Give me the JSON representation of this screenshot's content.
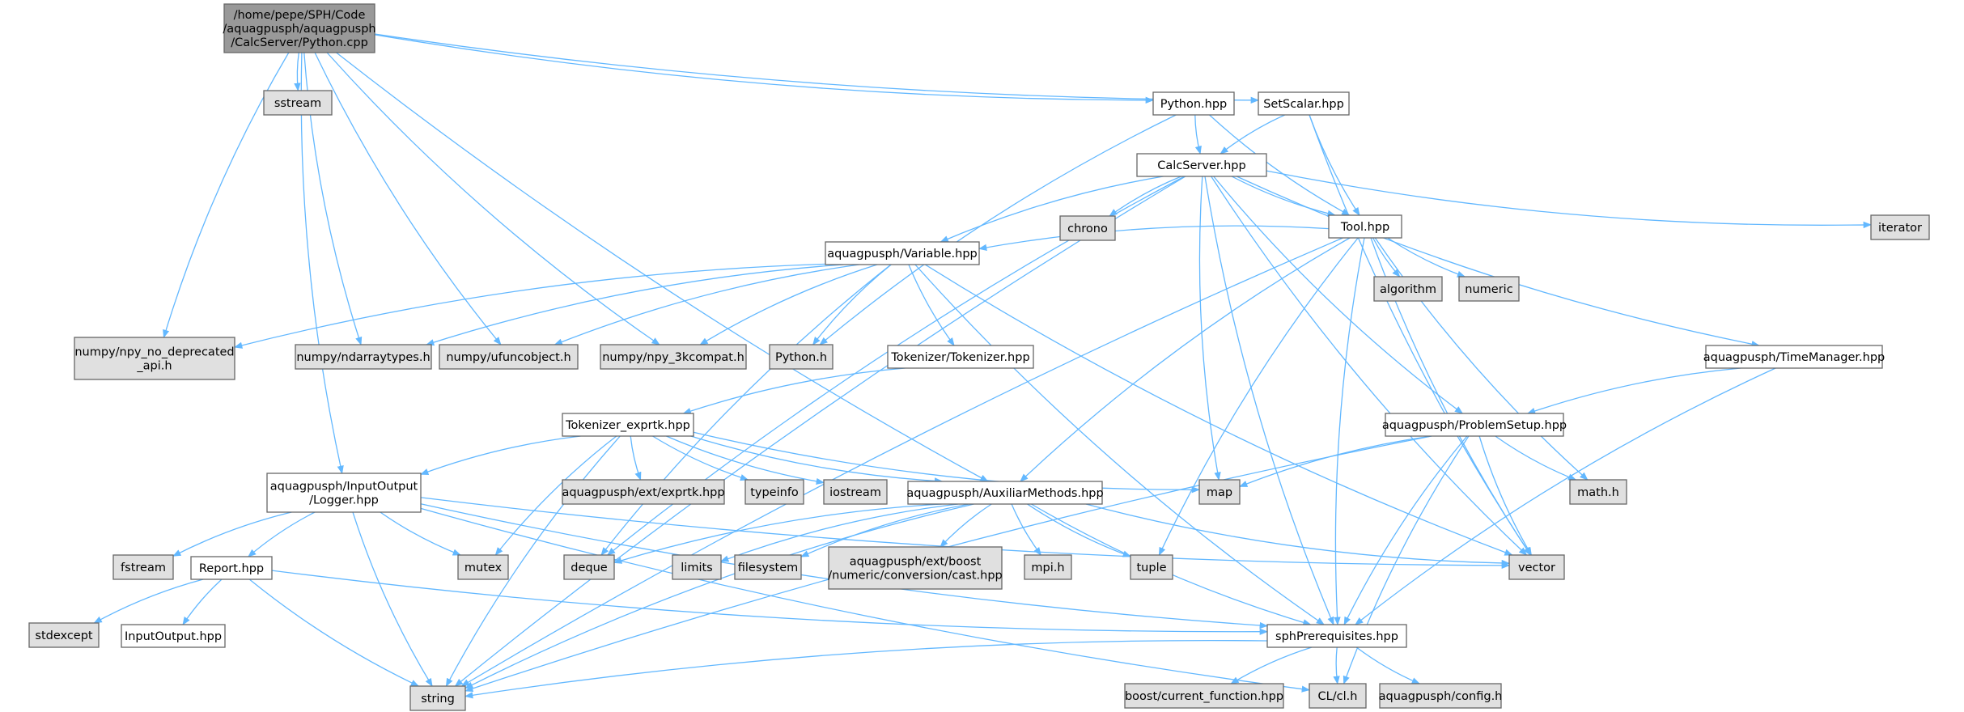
{
  "colors": {
    "root_fill": "#999999",
    "local_fill": "#ffffff",
    "system_fill": "#e0e0e0",
    "border": "#666666",
    "edge": "#63b8ff"
  },
  "nodes": [
    {
      "id": "python_cpp",
      "lines": [
        "/home/pepe/SPH/Code",
        "/aquagpusph/aquagpusph",
        "/CalcServer/Python.cpp"
      ],
      "kind": "root"
    },
    {
      "id": "sstream",
      "lines": [
        "sstream"
      ],
      "kind": "system"
    },
    {
      "id": "python_hpp",
      "lines": [
        "Python.hpp"
      ],
      "kind": "local"
    },
    {
      "id": "setscalar_hpp",
      "lines": [
        "SetScalar.hpp"
      ],
      "kind": "local"
    },
    {
      "id": "calcserver_hpp",
      "lines": [
        "CalcServer.hpp"
      ],
      "kind": "local"
    },
    {
      "id": "chrono",
      "lines": [
        "chrono"
      ],
      "kind": "system"
    },
    {
      "id": "tool_hpp",
      "lines": [
        "Tool.hpp"
      ],
      "kind": "local"
    },
    {
      "id": "iterator",
      "lines": [
        "iterator"
      ],
      "kind": "system"
    },
    {
      "id": "algorithm",
      "lines": [
        "algorithm"
      ],
      "kind": "system"
    },
    {
      "id": "numeric",
      "lines": [
        "numeric"
      ],
      "kind": "system"
    },
    {
      "id": "variable_hpp",
      "lines": [
        "aquagpusph/Variable.hpp"
      ],
      "kind": "local"
    },
    {
      "id": "npy_no_deprecated",
      "lines": [
        "numpy/npy_no_deprecated",
        "_api.h"
      ],
      "kind": "system"
    },
    {
      "id": "ndarraytypes",
      "lines": [
        "numpy/ndarraytypes.h"
      ],
      "kind": "system"
    },
    {
      "id": "ufuncobject",
      "lines": [
        "numpy/ufuncobject.h"
      ],
      "kind": "system"
    },
    {
      "id": "npy_3kcompat",
      "lines": [
        "numpy/npy_3kcompat.h"
      ],
      "kind": "system"
    },
    {
      "id": "python_h",
      "lines": [
        "Python.h"
      ],
      "kind": "system"
    },
    {
      "id": "tokenizer_hpp",
      "lines": [
        "Tokenizer/Tokenizer.hpp"
      ],
      "kind": "local"
    },
    {
      "id": "timemanager_hpp",
      "lines": [
        "aquagpusph/TimeManager.hpp"
      ],
      "kind": "local"
    },
    {
      "id": "tokenizer_exprtk",
      "lines": [
        "Tokenizer_exprtk.hpp"
      ],
      "kind": "local"
    },
    {
      "id": "problemsetup_hpp",
      "lines": [
        "aquagpusph/ProblemSetup.hpp"
      ],
      "kind": "local"
    },
    {
      "id": "logger_hpp",
      "lines": [
        "aquagpusph/InputOutput",
        "/Logger.hpp"
      ],
      "kind": "local"
    },
    {
      "id": "exprtk_hpp",
      "lines": [
        "aquagpusph/ext/exprtk.hpp"
      ],
      "kind": "system"
    },
    {
      "id": "typeinfo",
      "lines": [
        "typeinfo"
      ],
      "kind": "system"
    },
    {
      "id": "iostream",
      "lines": [
        "iostream"
      ],
      "kind": "system"
    },
    {
      "id": "auxiliar_hpp",
      "lines": [
        "aquagpusph/AuxiliarMethods.hpp"
      ],
      "kind": "local"
    },
    {
      "id": "map",
      "lines": [
        "map"
      ],
      "kind": "system"
    },
    {
      "id": "math_h",
      "lines": [
        "math.h"
      ],
      "kind": "system"
    },
    {
      "id": "fstream",
      "lines": [
        "fstream"
      ],
      "kind": "system"
    },
    {
      "id": "report_hpp",
      "lines": [
        "Report.hpp"
      ],
      "kind": "local"
    },
    {
      "id": "mutex",
      "lines": [
        "mutex"
      ],
      "kind": "system"
    },
    {
      "id": "deque",
      "lines": [
        "deque"
      ],
      "kind": "system"
    },
    {
      "id": "limits",
      "lines": [
        "limits"
      ],
      "kind": "system"
    },
    {
      "id": "filesystem",
      "lines": [
        "filesystem"
      ],
      "kind": "system"
    },
    {
      "id": "boost_cast",
      "lines": [
        "aquagpusph/ext/boost",
        "/numeric/conversion/cast.hpp"
      ],
      "kind": "system"
    },
    {
      "id": "mpi_h",
      "lines": [
        "mpi.h"
      ],
      "kind": "system"
    },
    {
      "id": "tuple",
      "lines": [
        "tuple"
      ],
      "kind": "system"
    },
    {
      "id": "vector",
      "lines": [
        "vector"
      ],
      "kind": "system"
    },
    {
      "id": "stdexcept",
      "lines": [
        "stdexcept"
      ],
      "kind": "system"
    },
    {
      "id": "inputoutput_hpp",
      "lines": [
        "InputOutput.hpp"
      ],
      "kind": "local"
    },
    {
      "id": "sphprereq_hpp",
      "lines": [
        "sphPrerequisites.hpp"
      ],
      "kind": "local"
    },
    {
      "id": "string",
      "lines": [
        "string"
      ],
      "kind": "system"
    },
    {
      "id": "boost_curfunc",
      "lines": [
        "boost/current_function.hpp"
      ],
      "kind": "system"
    },
    {
      "id": "cl_h",
      "lines": [
        "CL/cl.h"
      ],
      "kind": "system"
    },
    {
      "id": "config_h",
      "lines": [
        "aquagpusph/config.h"
      ],
      "kind": "system"
    }
  ],
  "edges": [
    [
      "python_cpp",
      "sstream"
    ],
    [
      "python_cpp",
      "python_hpp"
    ],
    [
      "python_cpp",
      "setscalar_hpp"
    ],
    [
      "python_cpp",
      "npy_no_deprecated"
    ],
    [
      "python_cpp",
      "ndarraytypes"
    ],
    [
      "python_cpp",
      "ufuncobject"
    ],
    [
      "python_cpp",
      "npy_3kcompat"
    ],
    [
      "python_cpp",
      "logger_hpp"
    ],
    [
      "python_cpp",
      "auxiliar_hpp"
    ],
    [
      "python_hpp",
      "python_h"
    ],
    [
      "python_hpp",
      "calcserver_hpp"
    ],
    [
      "python_hpp",
      "tool_hpp"
    ],
    [
      "setscalar_hpp",
      "calcserver_hpp"
    ],
    [
      "setscalar_hpp",
      "tool_hpp"
    ],
    [
      "setscalar_hpp",
      "vector"
    ],
    [
      "calcserver_hpp",
      "string"
    ],
    [
      "calcserver_hpp",
      "chrono"
    ],
    [
      "calcserver_hpp",
      "tool_hpp"
    ],
    [
      "calcserver_hpp",
      "iterator"
    ],
    [
      "calcserver_hpp",
      "variable_hpp"
    ],
    [
      "calcserver_hpp",
      "deque"
    ],
    [
      "calcserver_hpp",
      "map"
    ],
    [
      "calcserver_hpp",
      "problemsetup_hpp"
    ],
    [
      "calcserver_hpp",
      "timemanager_hpp"
    ],
    [
      "calcserver_hpp",
      "vector"
    ],
    [
      "calcserver_hpp",
      "sphprereq_hpp"
    ],
    [
      "tool_hpp",
      "algorithm"
    ],
    [
      "tool_hpp",
      "numeric"
    ],
    [
      "tool_hpp",
      "variable_hpp"
    ],
    [
      "tool_hpp",
      "auxiliar_hpp"
    ],
    [
      "tool_hpp",
      "string"
    ],
    [
      "tool_hpp",
      "math_h"
    ],
    [
      "tool_hpp",
      "vector"
    ],
    [
      "tool_hpp",
      "tuple"
    ],
    [
      "tool_hpp",
      "sphprereq_hpp"
    ],
    [
      "variable_hpp",
      "npy_no_deprecated"
    ],
    [
      "variable_hpp",
      "ndarraytypes"
    ],
    [
      "variable_hpp",
      "ufuncobject"
    ],
    [
      "variable_hpp",
      "npy_3kcompat"
    ],
    [
      "variable_hpp",
      "python_h"
    ],
    [
      "variable_hpp",
      "tokenizer_hpp"
    ],
    [
      "variable_hpp",
      "deque"
    ],
    [
      "variable_hpp",
      "vector"
    ],
    [
      "variable_hpp",
      "sphprereq_hpp"
    ],
    [
      "tokenizer_hpp",
      "tokenizer_exprtk"
    ],
    [
      "timemanager_hpp",
      "problemsetup_hpp"
    ],
    [
      "timemanager_hpp",
      "sphprereq_hpp"
    ],
    [
      "tokenizer_exprtk",
      "logger_hpp"
    ],
    [
      "tokenizer_exprtk",
      "exprtk_hpp"
    ],
    [
      "tokenizer_exprtk",
      "typeinfo"
    ],
    [
      "tokenizer_exprtk",
      "iostream"
    ],
    [
      "tokenizer_exprtk",
      "auxiliar_hpp"
    ],
    [
      "tokenizer_exprtk",
      "map"
    ],
    [
      "tokenizer_exprtk",
      "mutex"
    ],
    [
      "tokenizer_exprtk",
      "string"
    ],
    [
      "problemsetup_hpp",
      "map"
    ],
    [
      "problemsetup_hpp",
      "math_h"
    ],
    [
      "problemsetup_hpp",
      "vector"
    ],
    [
      "problemsetup_hpp",
      "string"
    ],
    [
      "problemsetup_hpp",
      "sphprereq_hpp"
    ],
    [
      "problemsetup_hpp",
      "cl_h"
    ],
    [
      "logger_hpp",
      "fstream"
    ],
    [
      "logger_hpp",
      "report_hpp"
    ],
    [
      "logger_hpp",
      "mutex"
    ],
    [
      "logger_hpp",
      "string"
    ],
    [
      "logger_hpp",
      "vector"
    ],
    [
      "logger_hpp",
      "sphprereq_hpp"
    ],
    [
      "logger_hpp",
      "cl_h"
    ],
    [
      "auxiliar_hpp",
      "deque"
    ],
    [
      "auxiliar_hpp",
      "limits"
    ],
    [
      "auxiliar_hpp",
      "filesystem"
    ],
    [
      "auxiliar_hpp",
      "boost_cast"
    ],
    [
      "auxiliar_hpp",
      "mpi_h"
    ],
    [
      "auxiliar_hpp",
      "tuple"
    ],
    [
      "auxiliar_hpp",
      "vector"
    ],
    [
      "auxiliar_hpp",
      "string"
    ],
    [
      "auxiliar_hpp",
      "sphprereq_hpp"
    ],
    [
      "report_hpp",
      "stdexcept"
    ],
    [
      "report_hpp",
      "inputoutput_hpp"
    ],
    [
      "report_hpp",
      "string"
    ],
    [
      "report_hpp",
      "sphprereq_hpp"
    ],
    [
      "sphprereq_hpp",
      "string"
    ],
    [
      "sphprereq_hpp",
      "boost_curfunc"
    ],
    [
      "sphprereq_hpp",
      "cl_h"
    ],
    [
      "sphprereq_hpp",
      "config_h"
    ]
  ]
}
